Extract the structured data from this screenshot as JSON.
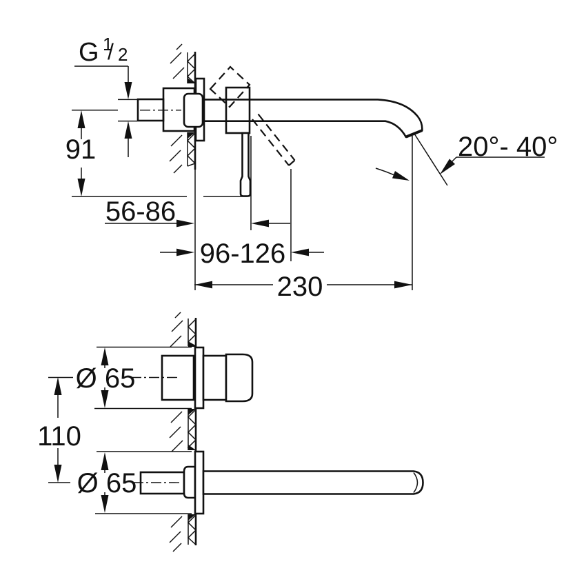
{
  "drawing": {
    "colors": {
      "line": "#111111",
      "background": "#ffffff"
    },
    "top_view": {
      "thread_label": {
        "g": "G",
        "numerator": "1",
        "slash": "/",
        "denominator": "2"
      },
      "dim_height": "91",
      "dim_wall_to_handle": "56-86",
      "dim_wall_to_lever": "96-126",
      "dim_spout_length": "230",
      "dim_spout_angle": "20°- 40°"
    },
    "bottom_view": {
      "dim_handle_diameter": "Ø 65",
      "dim_spout_diameter": "Ø 65",
      "dim_hole_spacing": "110"
    }
  }
}
